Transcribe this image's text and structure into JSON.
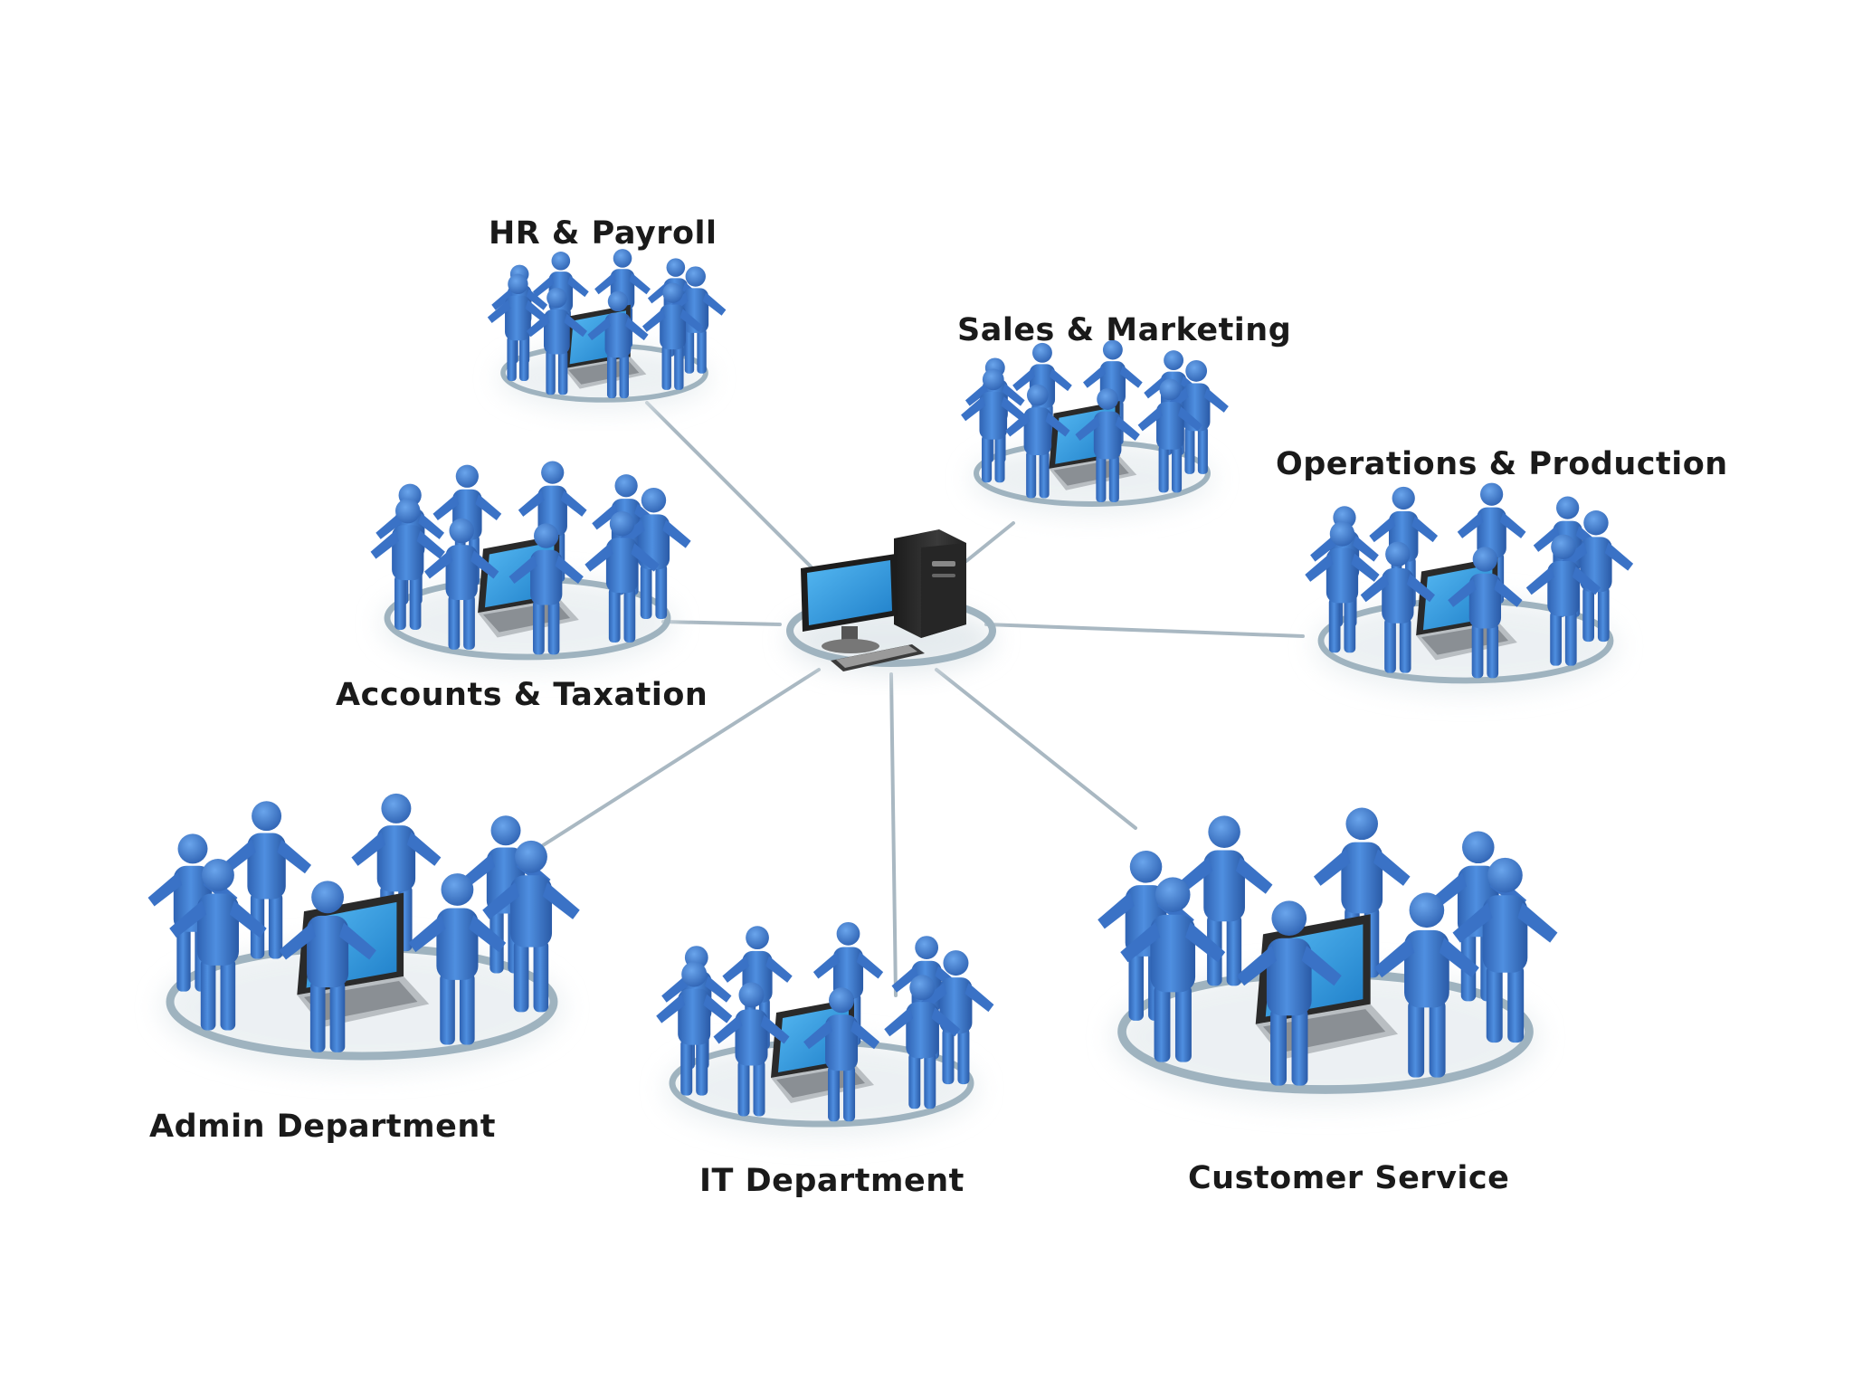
{
  "colors": {
    "background": "#ffffff",
    "person_body": "#3d7bd1",
    "person_shade": "#2a5ea8",
    "ring": "#9fb3bf",
    "connector": "#a9b8c2",
    "screen": "#2e9be0",
    "laptop_base": "#8a8f94",
    "tower": "#2b2b2b",
    "label_text": "#1a1a1a"
  },
  "hub": {
    "icon": "desktop-computer-server-icon"
  },
  "departments": [
    {
      "key": "hr",
      "label": "HR & Payroll",
      "people": 9
    },
    {
      "key": "sales",
      "label": "Sales & Marketing",
      "people": 9
    },
    {
      "key": "operations",
      "label": "Operations & Production",
      "people": 9
    },
    {
      "key": "accounts",
      "label": "Accounts & Taxation",
      "people": 9
    },
    {
      "key": "admin",
      "label": "Admin Department",
      "people": 8
    },
    {
      "key": "it",
      "label": "IT Department",
      "people": 9
    },
    {
      "key": "customer",
      "label": "Customer Service",
      "people": 8
    }
  ]
}
